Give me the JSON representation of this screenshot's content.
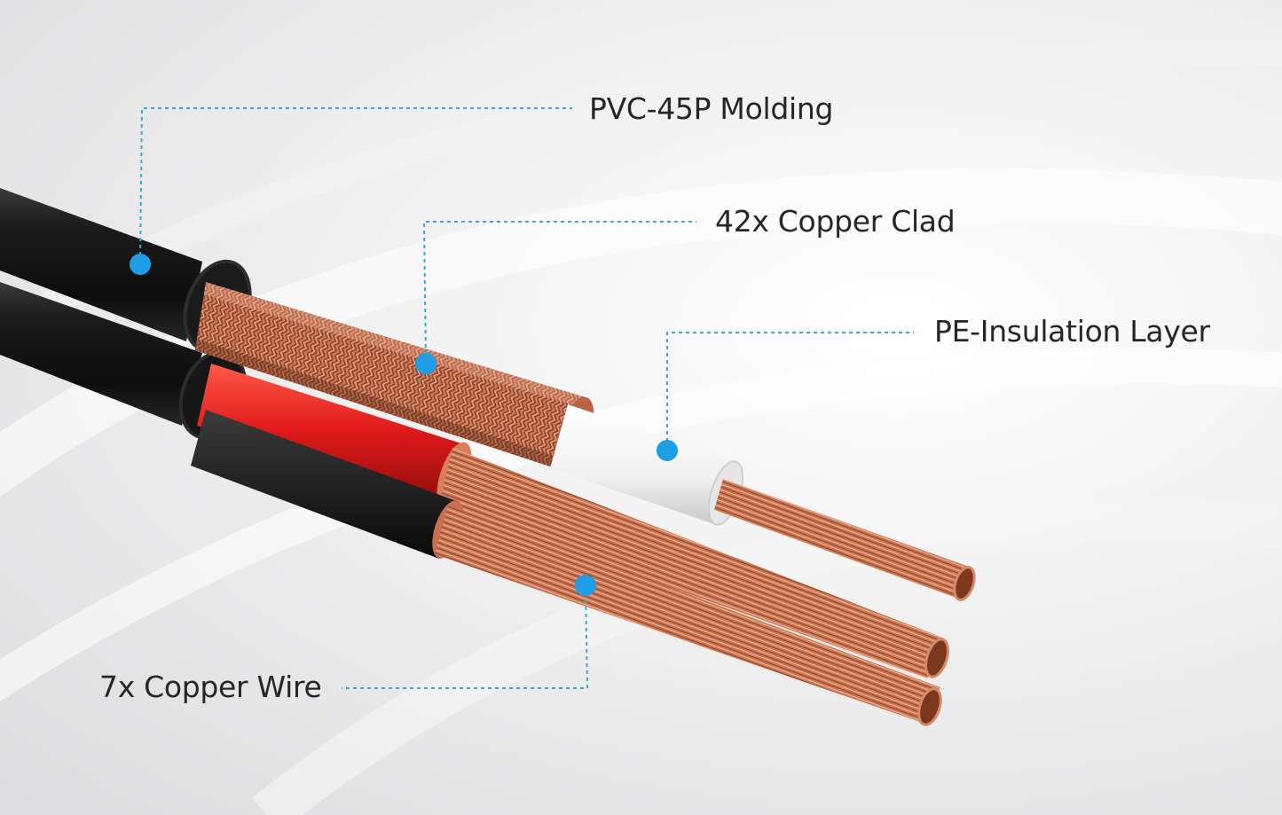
{
  "labels": {
    "pvc": "PVC-45P Molding",
    "clad": "42x Copper Clad",
    "pe": "PE-Insulation Layer",
    "wire": "7x Copper Wire"
  },
  "colors": {
    "leader": "#3aa7dc",
    "dot": "#1f9ee6",
    "jacket": "#141414",
    "copper": "#c8714f",
    "red_insulation": "#e01a1a",
    "pe_insulation": "#f4f4f4"
  }
}
